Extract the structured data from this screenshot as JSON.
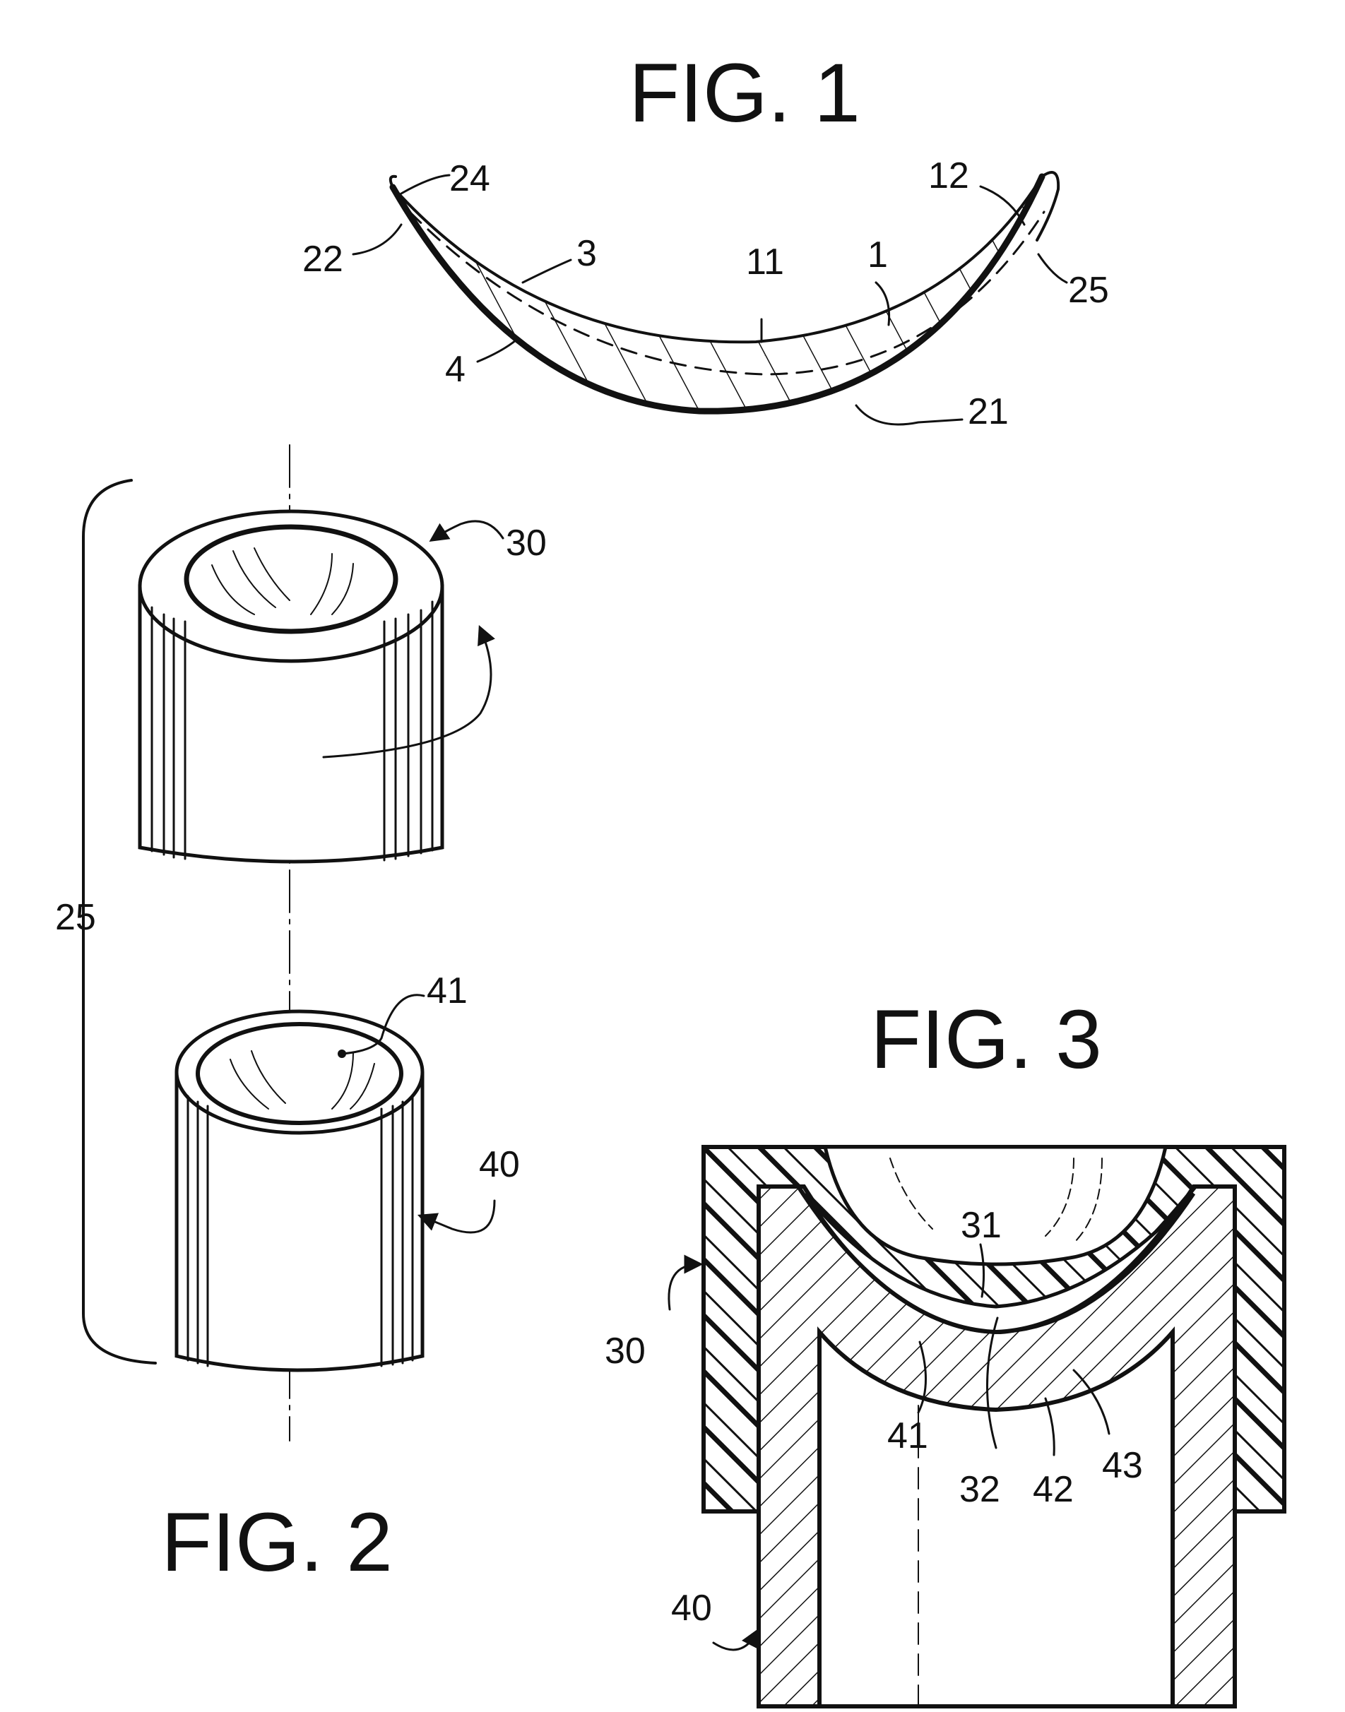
{
  "figures": {
    "fig1": {
      "title": "FIG. 1",
      "refs": {
        "r24": "24",
        "r22": "22",
        "r3": "3",
        "r11": "11",
        "r1": "1",
        "r12": "12",
        "r25": "25",
        "r4": "4",
        "r21": "21"
      }
    },
    "fig2": {
      "title": "FIG. 2",
      "refs": {
        "r30": "30",
        "r25": "25",
        "r41": "41",
        "r40": "40"
      }
    },
    "fig3": {
      "title": "FIG. 3",
      "refs": {
        "r31": "31",
        "r30": "30",
        "r41": "41",
        "r32": "32",
        "r42": "42",
        "r43": "43",
        "r40": "40"
      }
    }
  },
  "colors": {
    "ink": "#111111",
    "paper": "#ffffff"
  }
}
